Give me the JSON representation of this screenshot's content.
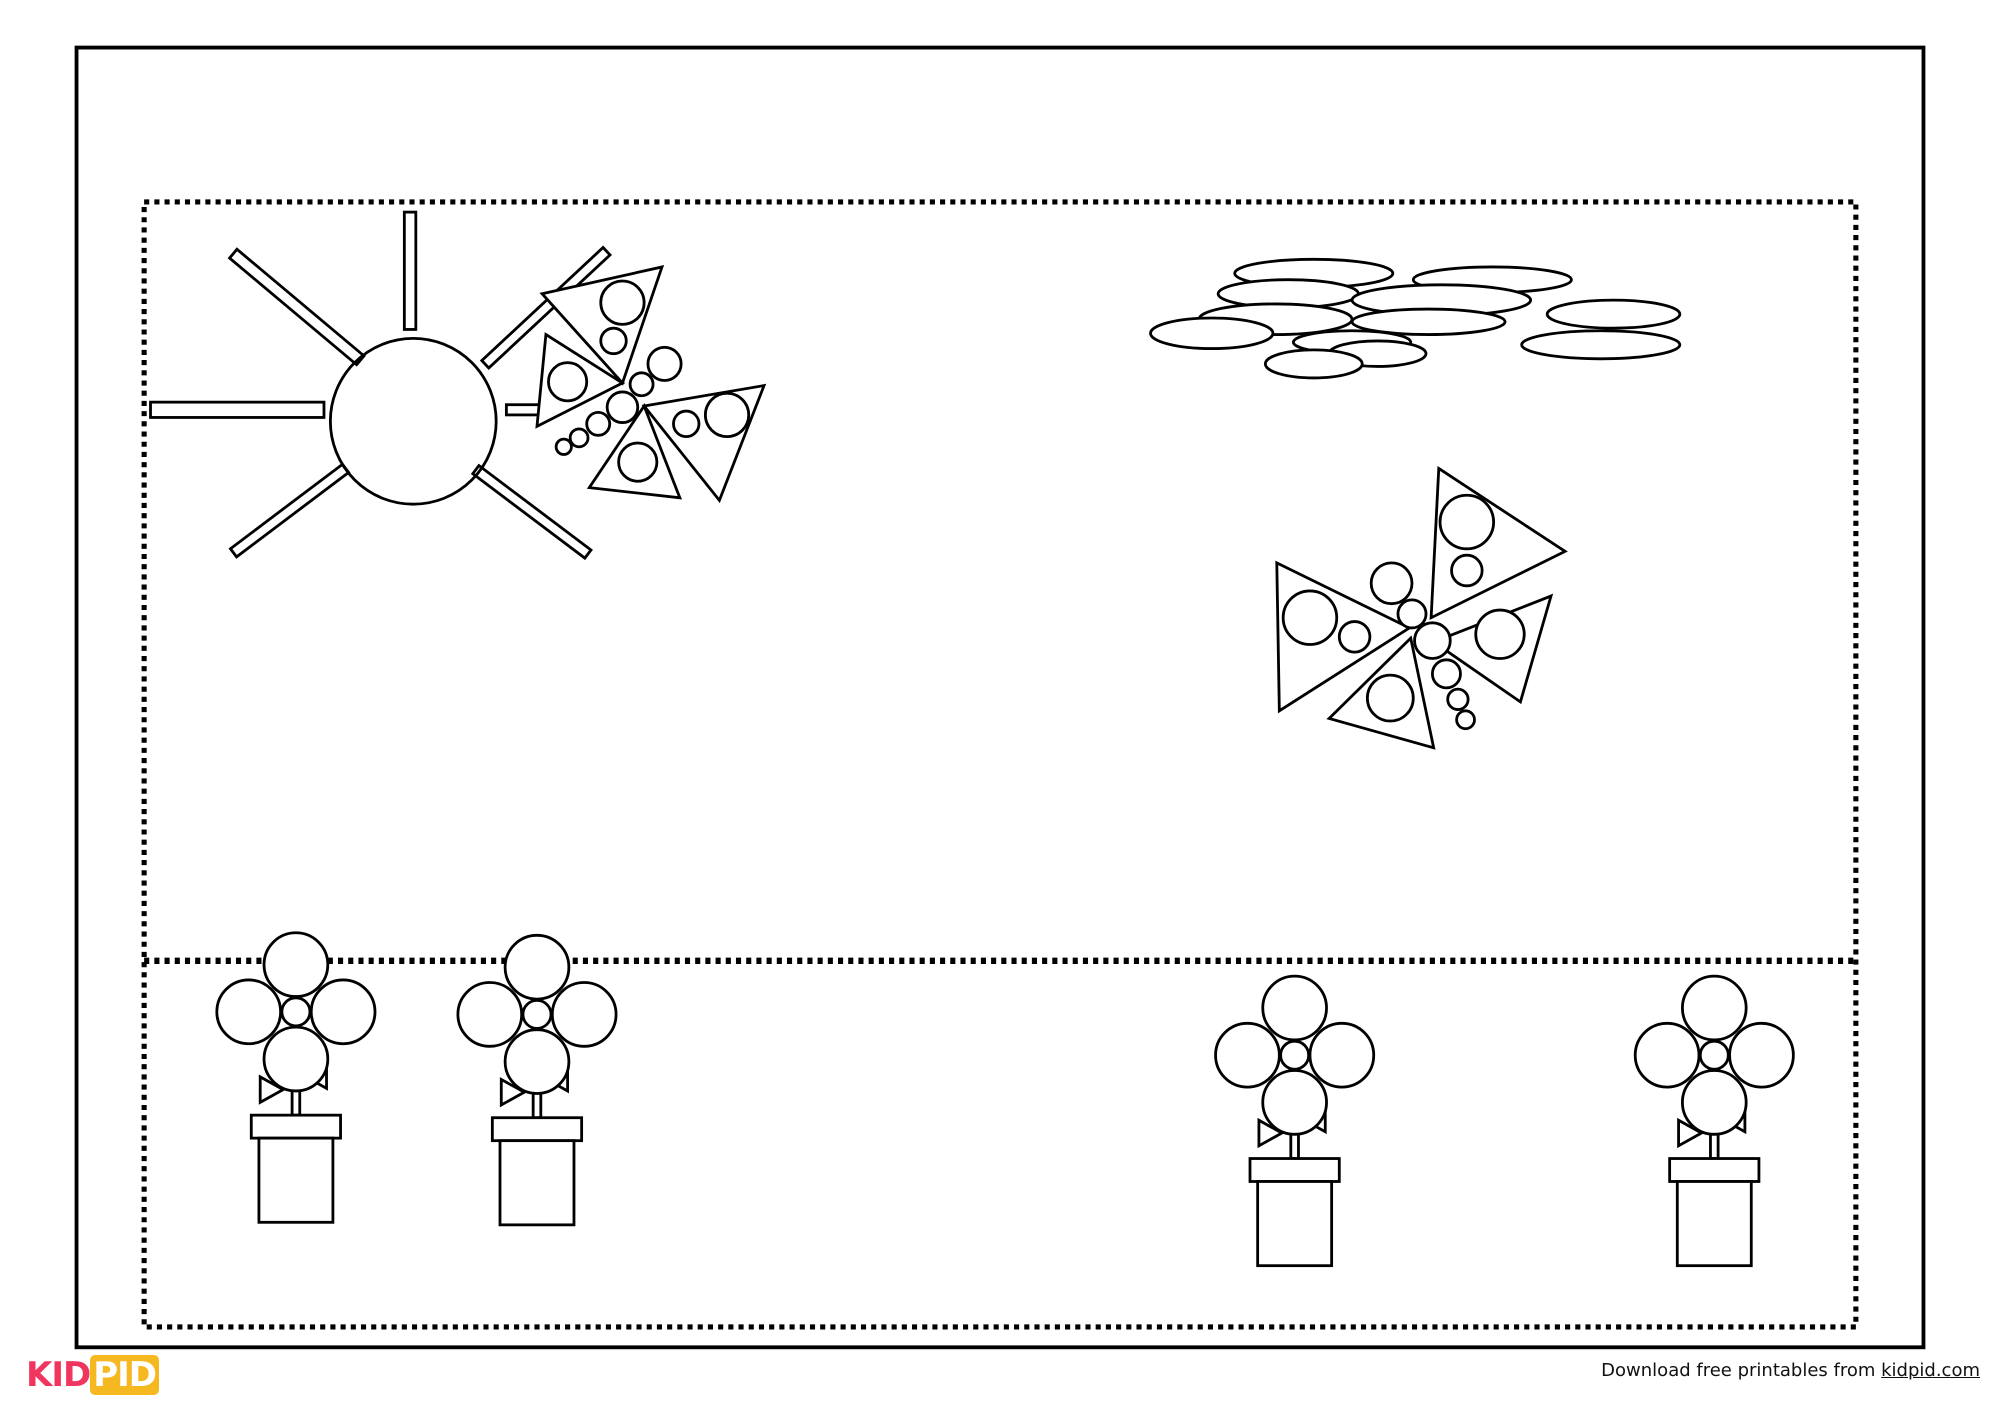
{
  "logo": {
    "part1": "KID",
    "part2": "PID"
  },
  "footer": {
    "text": "Download free printables from ",
    "link": "kidpid.com"
  }
}
